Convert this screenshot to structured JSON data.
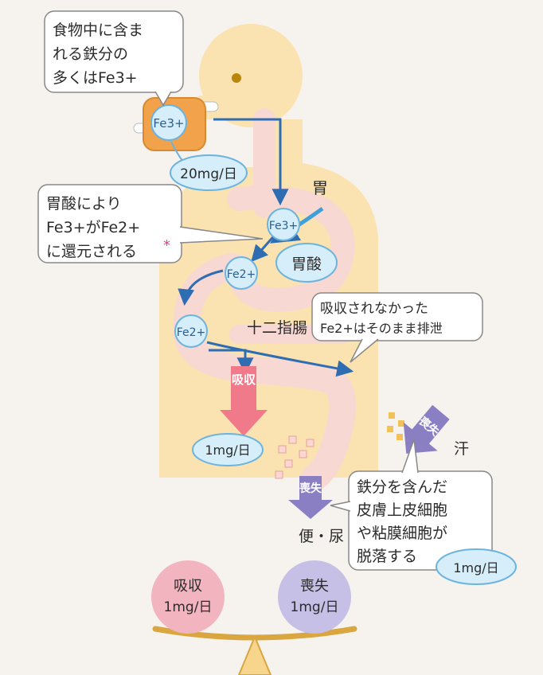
{
  "callouts": {
    "food_iron": [
      "食物中に含ま",
      "れる鉄分の",
      "多くはFe3+"
    ],
    "gastric_acid": [
      "胃酸により",
      "Fe3+がFe2+",
      "に還元される"
    ],
    "not_absorbed": [
      "吸収されなかった",
      "Fe2+はそのまま排泄"
    ],
    "shed_cells": [
      "鉄分を含んだ",
      "皮膚上皮細胞",
      "や粘膜細胞が",
      "脱落する"
    ]
  },
  "asterisk": "*",
  "labels": {
    "stomach": "胃",
    "duodenum": "十二指腸",
    "gastric_acid": "胃酸",
    "sweat": "汗",
    "stool_urine": "便・尿"
  },
  "ions": {
    "food": "Fe3+",
    "stomach_in": "Fe3+",
    "stomach_out": "Fe2+",
    "duodenum": "Fe2+"
  },
  "amounts": {
    "intake": "20mg/日",
    "absorbed": "1mg/日",
    "lost": "1mg/日"
  },
  "arrows": {
    "absorb": "吸収",
    "loss_stool": "喪失",
    "loss_skin": "喪失"
  },
  "balance": {
    "left_label": "吸収",
    "left_value": "1mg/日",
    "right_label": "喪失",
    "right_value": "1mg/日"
  },
  "colors": {
    "body": "#fae3b0",
    "gut": "#f7d8d2",
    "bubble": "#d6eefa",
    "ion_text": "#2a5f8f",
    "flow_arrow": "#2f6db3",
    "absorb_arrow": "#f07a8a",
    "loss_arrow": "#8b7fc4",
    "balance_left": "#f2b5c0",
    "balance_right": "#c7c0e6",
    "food": "#f2a24a",
    "scale": "#d9a640"
  }
}
